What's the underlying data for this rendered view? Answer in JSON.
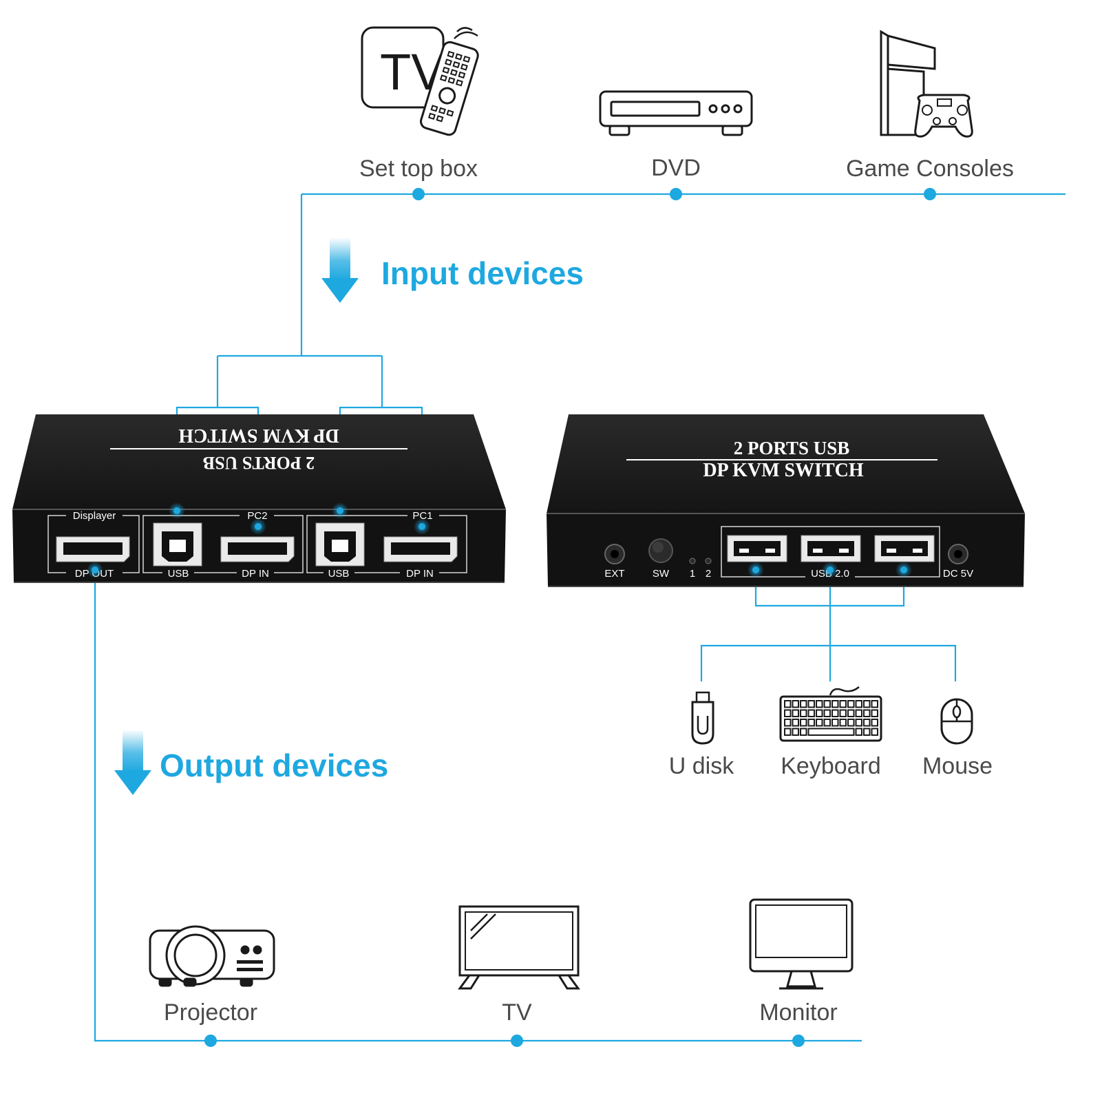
{
  "colors": {
    "accent": "#1ea8e0",
    "line": "#1ea8e0",
    "device": "#1b1b1b",
    "text": "#4a4a4a",
    "icon": "#1a1a1a"
  },
  "headings": {
    "input": "Input devices",
    "output": "Output devices"
  },
  "input_devices": [
    {
      "label": "Set top box",
      "icon": "tv-remote-icon",
      "icon_text": "TV"
    },
    {
      "label": "DVD",
      "icon": "dvd-player-icon"
    },
    {
      "label": "Game Consoles",
      "icon": "game-console-icon"
    }
  ],
  "usb_devices": [
    {
      "label": "U disk",
      "icon": "usb-disk-icon"
    },
    {
      "label": "Keyboard",
      "icon": "keyboard-icon"
    },
    {
      "label": "Mouse",
      "icon": "mouse-icon"
    }
  ],
  "output_devices": [
    {
      "label": "Projector",
      "icon": "projector-icon"
    },
    {
      "label": "TV",
      "icon": "tv-icon"
    },
    {
      "label": "Monitor",
      "icon": "monitor-icon"
    }
  ],
  "rear_unit": {
    "title_line1": "2 PORTS USB",
    "title_line2": "DP KVM SWITCH",
    "groups": {
      "displayer": "Displayer",
      "pc2": "PC2",
      "pc1": "PC1"
    },
    "ports": {
      "dp_out": "DP OUT",
      "usb": "USB",
      "dp_in": "DP IN"
    }
  },
  "front_unit": {
    "title_line1": "2 PORTS USB",
    "title_line2": "DP KVM SWITCH",
    "labels": {
      "ext": "EXT",
      "sw": "SW",
      "led1": "1",
      "led2": "2",
      "usb20": "USB 2.0",
      "dc5v": "DC 5V"
    }
  }
}
